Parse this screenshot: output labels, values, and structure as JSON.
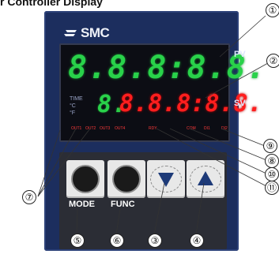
{
  "page_title": "r Controller Display",
  "logo": {
    "text": "SMC",
    "icon": "smc-logo-icon"
  },
  "display": {
    "pv_digits": "8.8.8:8.8.",
    "sv_digits": "8.8.8:8.8.",
    "small_digit": "8.",
    "unit_labels": [
      "TIME",
      "°C",
      "°F"
    ],
    "pv_label": "PV",
    "sv_label": "SV",
    "colors": {
      "pv": "#29d24a",
      "sv": "#ff1e1e",
      "indicator": "#ff3a3a",
      "bezel": "#1c2e5e"
    }
  },
  "indicators": [
    "OUT1",
    "OUT2",
    "OUT3",
    "OUT4",
    "RDY",
    "COM",
    "DI1",
    "DI2"
  ],
  "keys": [
    {
      "label": "MODE",
      "icon": "round-key-icon"
    },
    {
      "label": "FUNC",
      "icon": "round-key-icon"
    },
    {
      "label": "",
      "icon": "down-triangle-icon"
    },
    {
      "label": "",
      "icon": "up-triangle-icon"
    }
  ],
  "callouts": {
    "c1": "①",
    "c2": "②",
    "c3": "③",
    "c4": "④",
    "c5": "⑤",
    "c6": "⑥",
    "c7": "⑦",
    "c8": "⑧",
    "c9": "⑨",
    "c10": "⑩",
    "c11": "⑪"
  }
}
